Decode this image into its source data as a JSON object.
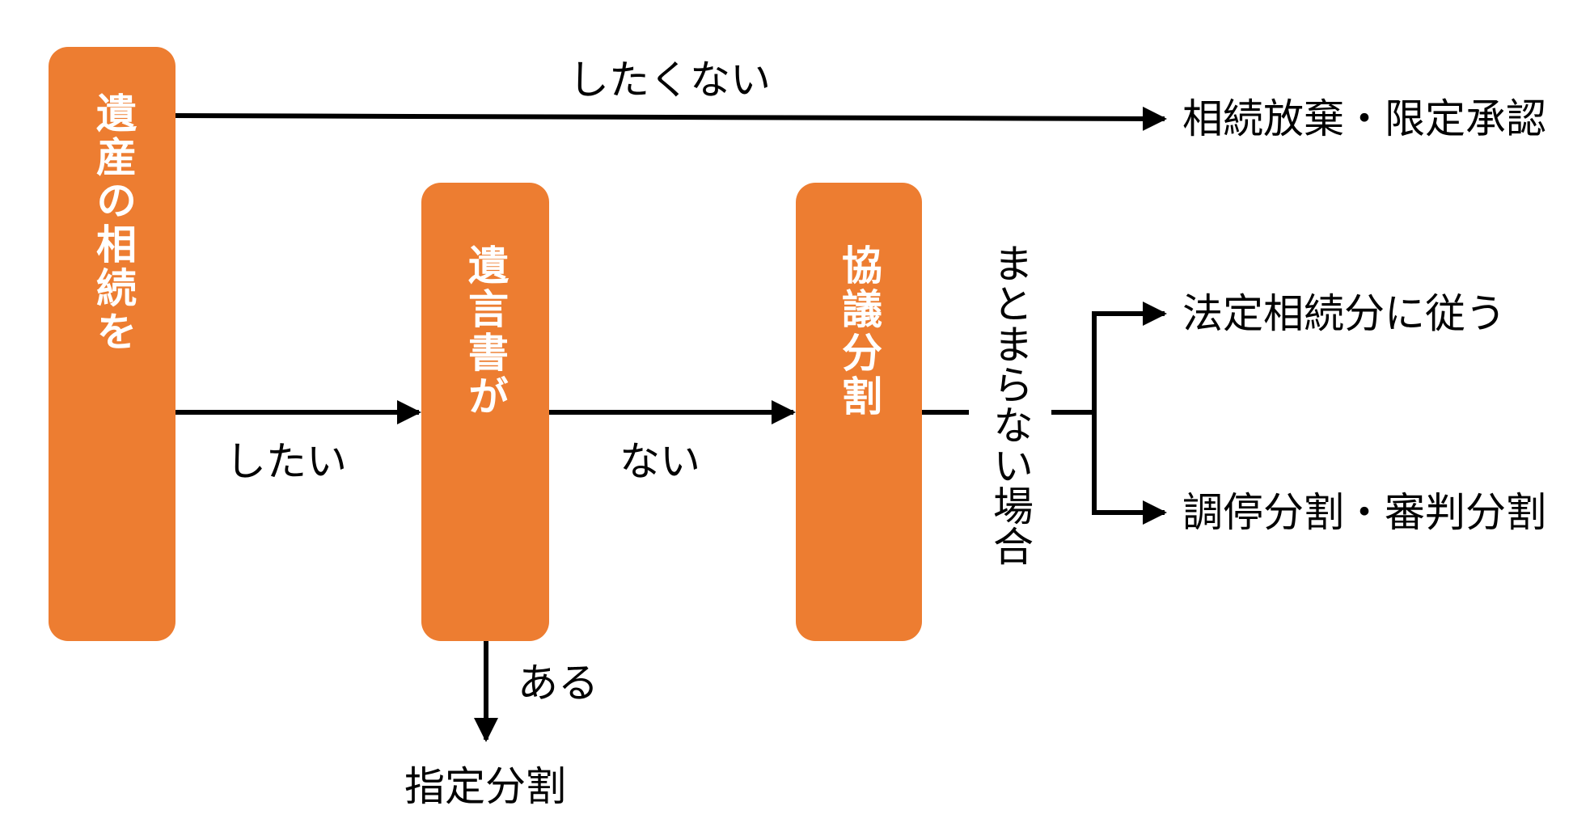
{
  "colors": {
    "box_fill": "#ED7D31",
    "box_text": "#FFFFFF",
    "line": "#000000",
    "text": "#000000",
    "background": "#FFFFFF"
  },
  "boxes": {
    "inheritance": "遺産の相続を",
    "will": "遺言書が",
    "consultation": "協議分割"
  },
  "edges": {
    "dont_want": "したくない",
    "want": "したい",
    "none": "ない",
    "exists": "ある",
    "not_settled": "まとまらない場合"
  },
  "outcomes": {
    "renounce": "相続放棄・限定承認",
    "designated": "指定分割",
    "statutory": "法定相続分に従う",
    "mediation": "調停分割・審判分割"
  }
}
